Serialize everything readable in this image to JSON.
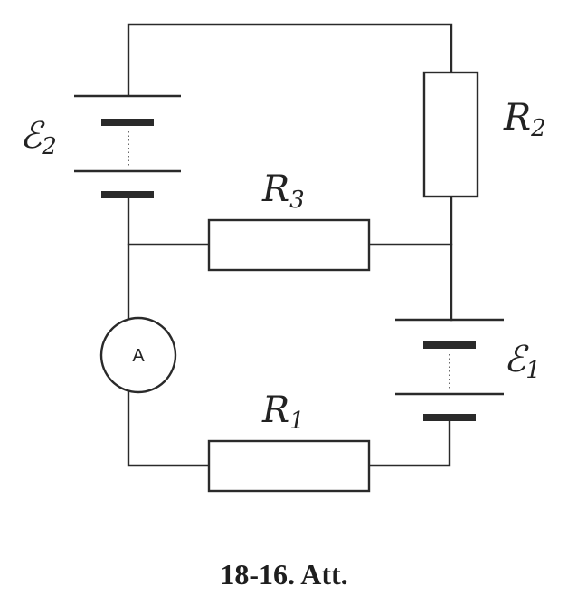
{
  "labels": {
    "emf2": {
      "symbol": "ℰ",
      "sub": "2"
    },
    "emf1": {
      "symbol": "ℰ",
      "sub": "1"
    },
    "r1": {
      "symbol": "R",
      "sub": "1"
    },
    "r2": {
      "symbol": "R",
      "sub": "2"
    },
    "r3": {
      "symbol": "R",
      "sub": "3"
    },
    "ammeter": "A"
  },
  "caption": "18-16. Att."
}
